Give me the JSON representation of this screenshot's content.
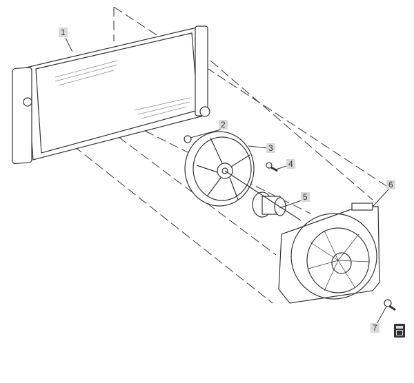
{
  "diagram": {
    "callouts": [
      {
        "number": "1",
        "part": "radiator"
      },
      {
        "number": "2",
        "part": "nut"
      },
      {
        "number": "3",
        "part": "fan-blade"
      },
      {
        "number": "4",
        "part": "bolt"
      },
      {
        "number": "5",
        "part": "fan-motor"
      },
      {
        "number": "6",
        "part": "fan-shroud"
      },
      {
        "number": "7",
        "part": "bolt"
      }
    ],
    "line_color": "#333333",
    "label_bg": "#d9d9d9"
  }
}
